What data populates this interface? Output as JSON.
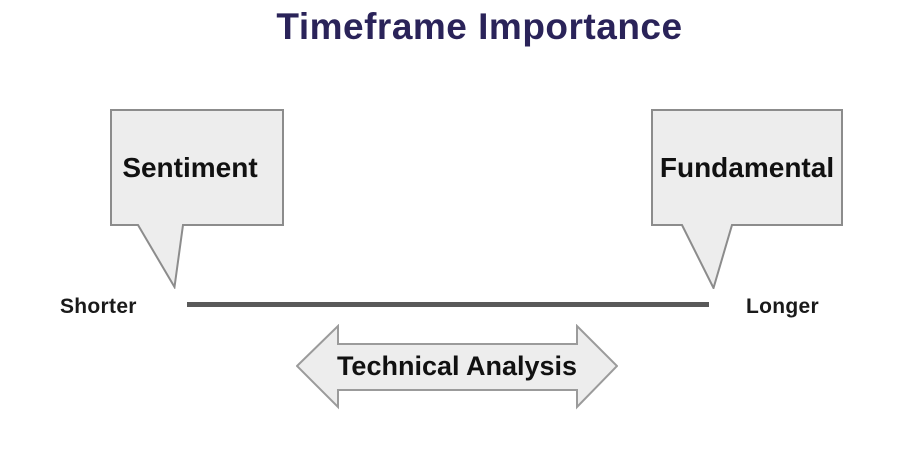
{
  "title": "Timeframe Importance",
  "diagram": {
    "bubbles": [
      {
        "id": "sentiment",
        "label": "Sentiment"
      },
      {
        "id": "fundamental",
        "label": "Fundamental"
      }
    ],
    "timeline": {
      "left_label": "Shorter",
      "right_label": "Longer"
    },
    "arrow_label": "Technical Analysis"
  },
  "colors": {
    "title_text": "#2a2359",
    "label_text": "#1a1a1a",
    "shape_fill": "#ededed",
    "shape_border": "#8c8c8c",
    "timeline_line": "#595959",
    "background": "#ffffff"
  }
}
